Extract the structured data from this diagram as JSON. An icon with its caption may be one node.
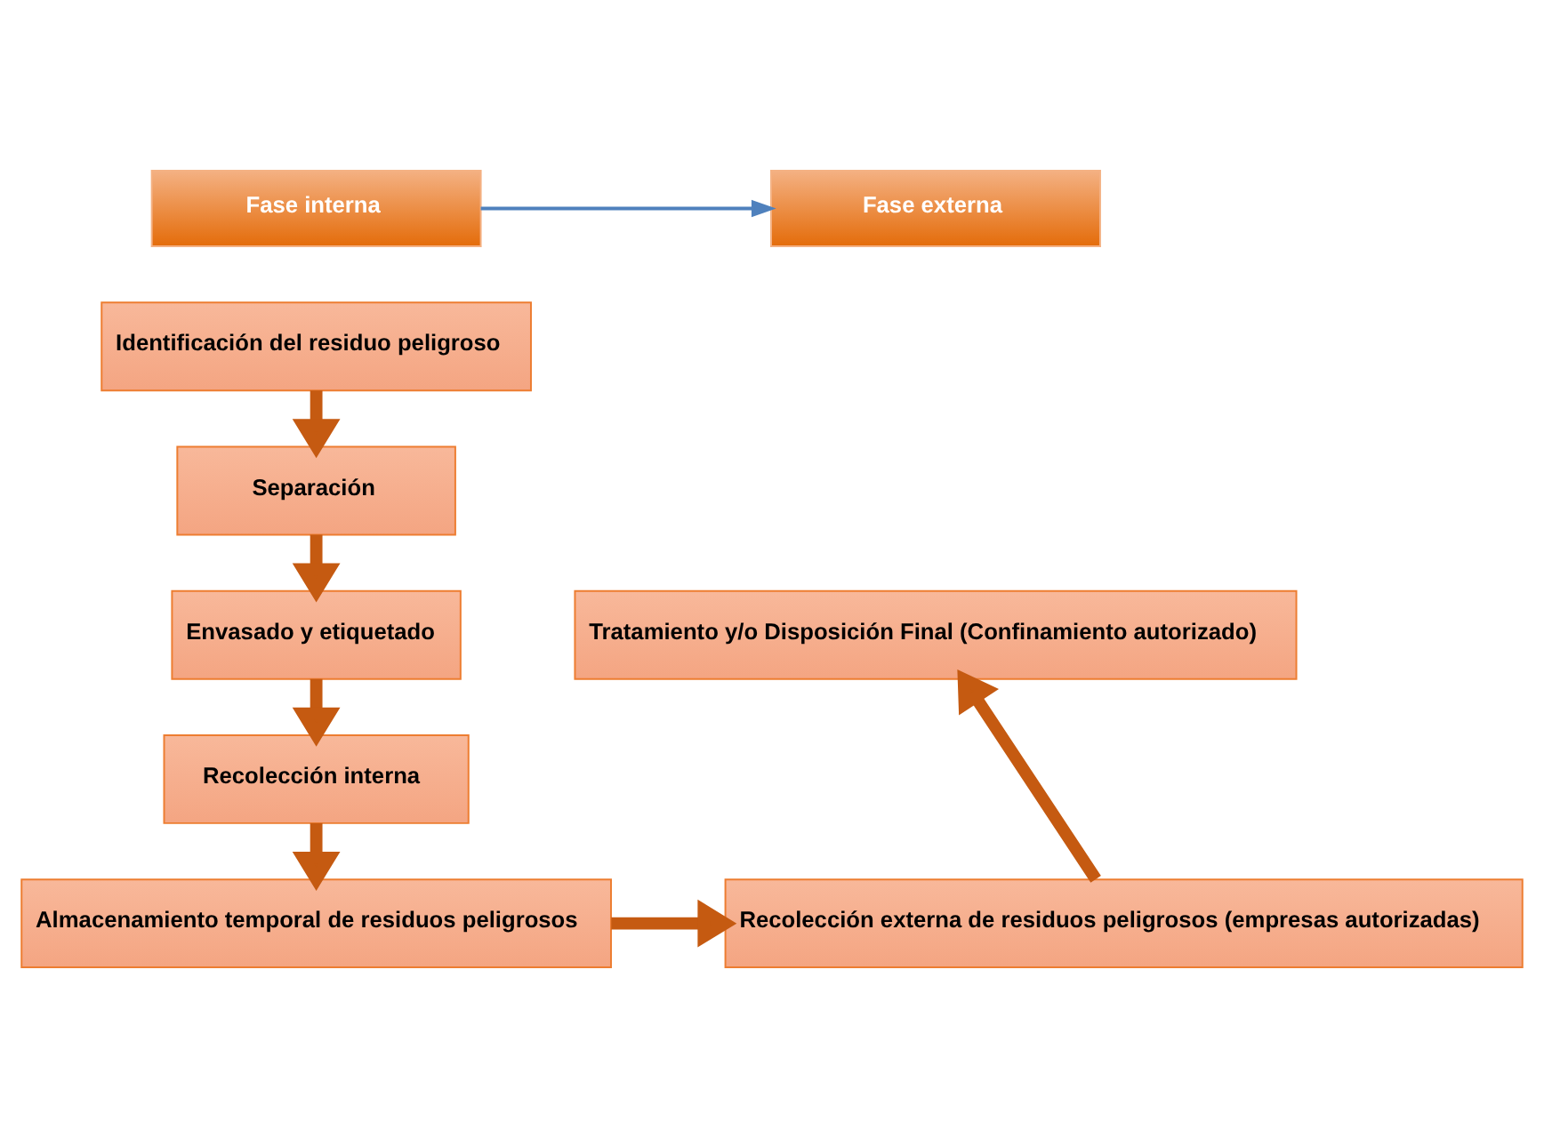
{
  "diagram": {
    "nodes": [
      {
        "text": [
          "Fase interna"
        ]
      },
      {
        "text": [
          "Fase externa"
        ]
      },
      {
        "text": [
          "Identificación del residuo peligroso"
        ]
      },
      {
        "text": [
          "Separación"
        ]
      },
      {
        "text": [
          "Envasado y etiquetado"
        ]
      },
      {
        "text": [
          "Recolección interna"
        ]
      },
      {
        "text": [
          "Almacenamiento temporal de residuos peligrosos"
        ]
      },
      {
        "text": [
          "Recolección externa de residuos peligrosos (empresas autorizadas)"
        ]
      },
      {
        "text": [
          "Tratamiento y/o Disposición Final (Confinamiento autorizado)"
        ]
      }
    ],
    "edges": [
      {
        "from": 0,
        "to": 1,
        "arrow": "to",
        "color": "#4f81bd"
      },
      {
        "from": 2,
        "to": 3,
        "arrow": "to"
      },
      {
        "from": 3,
        "to": 4,
        "arrow": "to"
      },
      {
        "from": 4,
        "to": 5,
        "arrow": "to"
      },
      {
        "from": 5,
        "to": 6,
        "arrow": "to"
      },
      {
        "from": 6,
        "to": 7,
        "arrow": "to"
      },
      {
        "from": 7,
        "to": 8,
        "arrow": "to"
      }
    ]
  }
}
